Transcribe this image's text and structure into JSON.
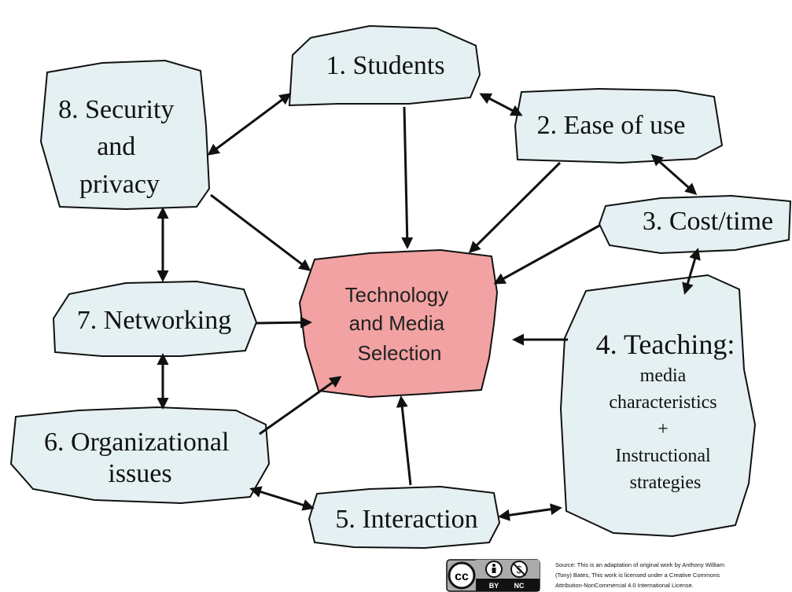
{
  "center": {
    "lines": [
      "Technology",
      "and Media",
      "Selection"
    ]
  },
  "nodes": {
    "students": [
      "1. Students"
    ],
    "ease": [
      "2. Ease of use"
    ],
    "cost": [
      "3. Cost/time"
    ],
    "teaching_title": [
      "4. Teaching:"
    ],
    "teaching_body": [
      "media",
      "characteristics",
      "+",
      "Instructional",
      "strategies"
    ],
    "interaction": [
      "5. Interaction"
    ],
    "org": [
      "6. Organizational",
      "issues"
    ],
    "networking": [
      "7. Networking"
    ],
    "security": [
      "8. Security",
      "and",
      "privacy"
    ]
  },
  "license": {
    "badge_cc": "cc",
    "badge_by": "BY",
    "badge_nc": "NC",
    "source_lines": [
      "Source: This is an adaptation of original work by Anthony William",
      "(Tony) Bates, This work is licensed under a Creative Commons",
      "Attribution-NonCommercial 4.0 International License."
    ]
  },
  "colors": {
    "node": "#e4f0f2",
    "center": "#f2a2a2",
    "stroke": "#111111"
  }
}
